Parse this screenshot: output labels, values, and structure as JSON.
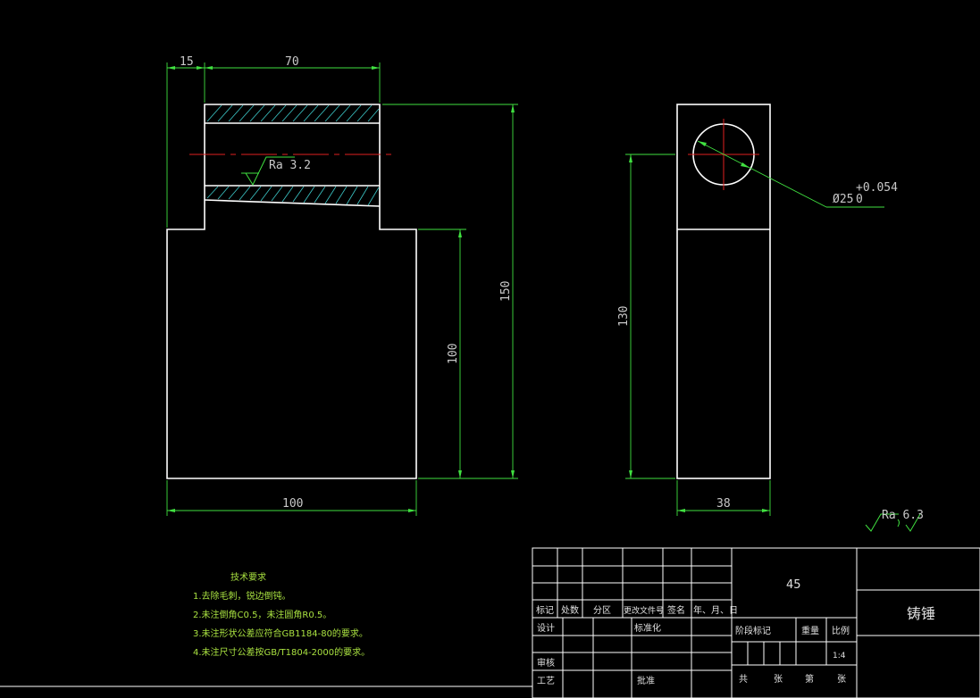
{
  "dimensions": {
    "d15": "15",
    "d70": "70",
    "d150": "150",
    "d100_vertical": "100",
    "d100_horizontal": "100",
    "d130": "130",
    "d38": "38",
    "bore_diameter": "Ø25",
    "bore_tol_upper": "+0.054",
    "bore_tol_lower": "0",
    "roughness": "Ra 3.2",
    "general_roughness": "Ra 6.3"
  },
  "notes": {
    "title": "技术要求",
    "items": [
      "1.去除毛刺，锐边倒钝。",
      "2.未注倒角C0.5，未注圆角R0.5。",
      "3.未注形状公差应符合GB1184-80的要求。",
      "4.未注尺寸公差按GB/T1804-2000的要求。"
    ]
  },
  "title_block": {
    "material": "45",
    "part_name": "铸锤",
    "headers": [
      "标记",
      "处数",
      "分区",
      "更改文件号",
      "签名",
      "年、月、日"
    ],
    "design": "设计",
    "standardize": "标准化",
    "review": "审核",
    "process": "工艺",
    "approve": "批准",
    "stage_mark": "阶段标记",
    "weight": "重量",
    "scale": "比例",
    "scale_value": "1:4",
    "total": "共",
    "sheet_word": "张",
    "page_word": "第",
    "sheet_word2": "张"
  }
}
